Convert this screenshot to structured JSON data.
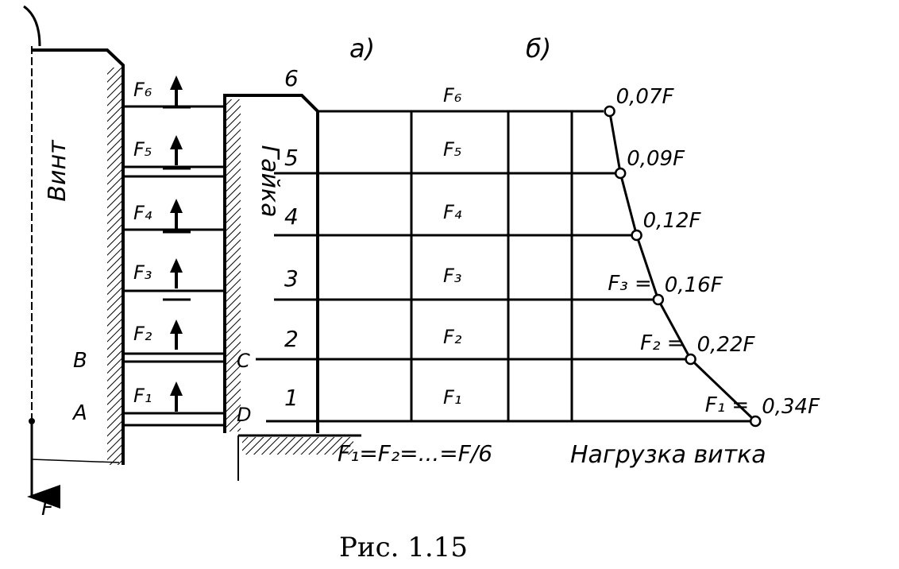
{
  "labels": {
    "screw": "Винт",
    "nut": "Гайка",
    "part_a": "а)",
    "part_b": "б)",
    "point_a": "A",
    "point_b": "B",
    "point_c": "C",
    "point_d": "D",
    "force": "F",
    "equal_loads": "F₁=F₂=...=F/6",
    "load_caption": "Нагрузка витка",
    "figure_caption": "Рис. 1.15"
  },
  "thread_numbers": [
    "1",
    "2",
    "3",
    "4",
    "5",
    "6"
  ],
  "left_forces": [
    "F₁",
    "F₂",
    "F₃",
    "F₄",
    "F₅",
    "F₆"
  ],
  "grid_forces": [
    "F₁",
    "F₂",
    "F₃",
    "F₄",
    "F₅",
    "F₆"
  ],
  "loads": [
    {
      "label": "0,34F",
      "value": 0.34,
      "prefix": "F₁ ="
    },
    {
      "label": "0,22F",
      "value": 0.22,
      "prefix": "F₂ ="
    },
    {
      "label": "0,16F",
      "value": 0.16,
      "prefix": "F₃ ="
    },
    {
      "label": "0,12F",
      "value": 0.12,
      "prefix": ""
    },
    {
      "label": "0,09F",
      "value": 0.09,
      "prefix": ""
    },
    {
      "label": "0,07F",
      "value": 0.07,
      "prefix": ""
    }
  ]
}
